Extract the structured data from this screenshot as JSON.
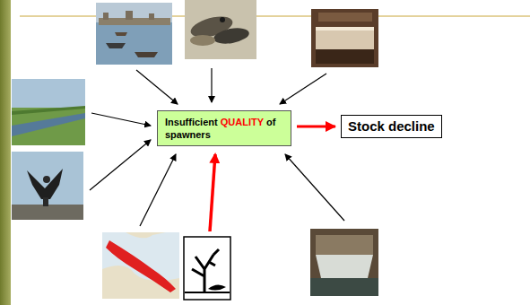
{
  "diagram": {
    "nodes": [
      {
        "text": [
          "Insufficient",
          "QUALITY",
          "of spawners"
        ]
      },
      {
        "text": [
          "Stock decline"
        ]
      }
    ],
    "edges": [
      {
        "from": 0,
        "to": 1,
        "arrow": "to"
      }
    ]
  }
}
